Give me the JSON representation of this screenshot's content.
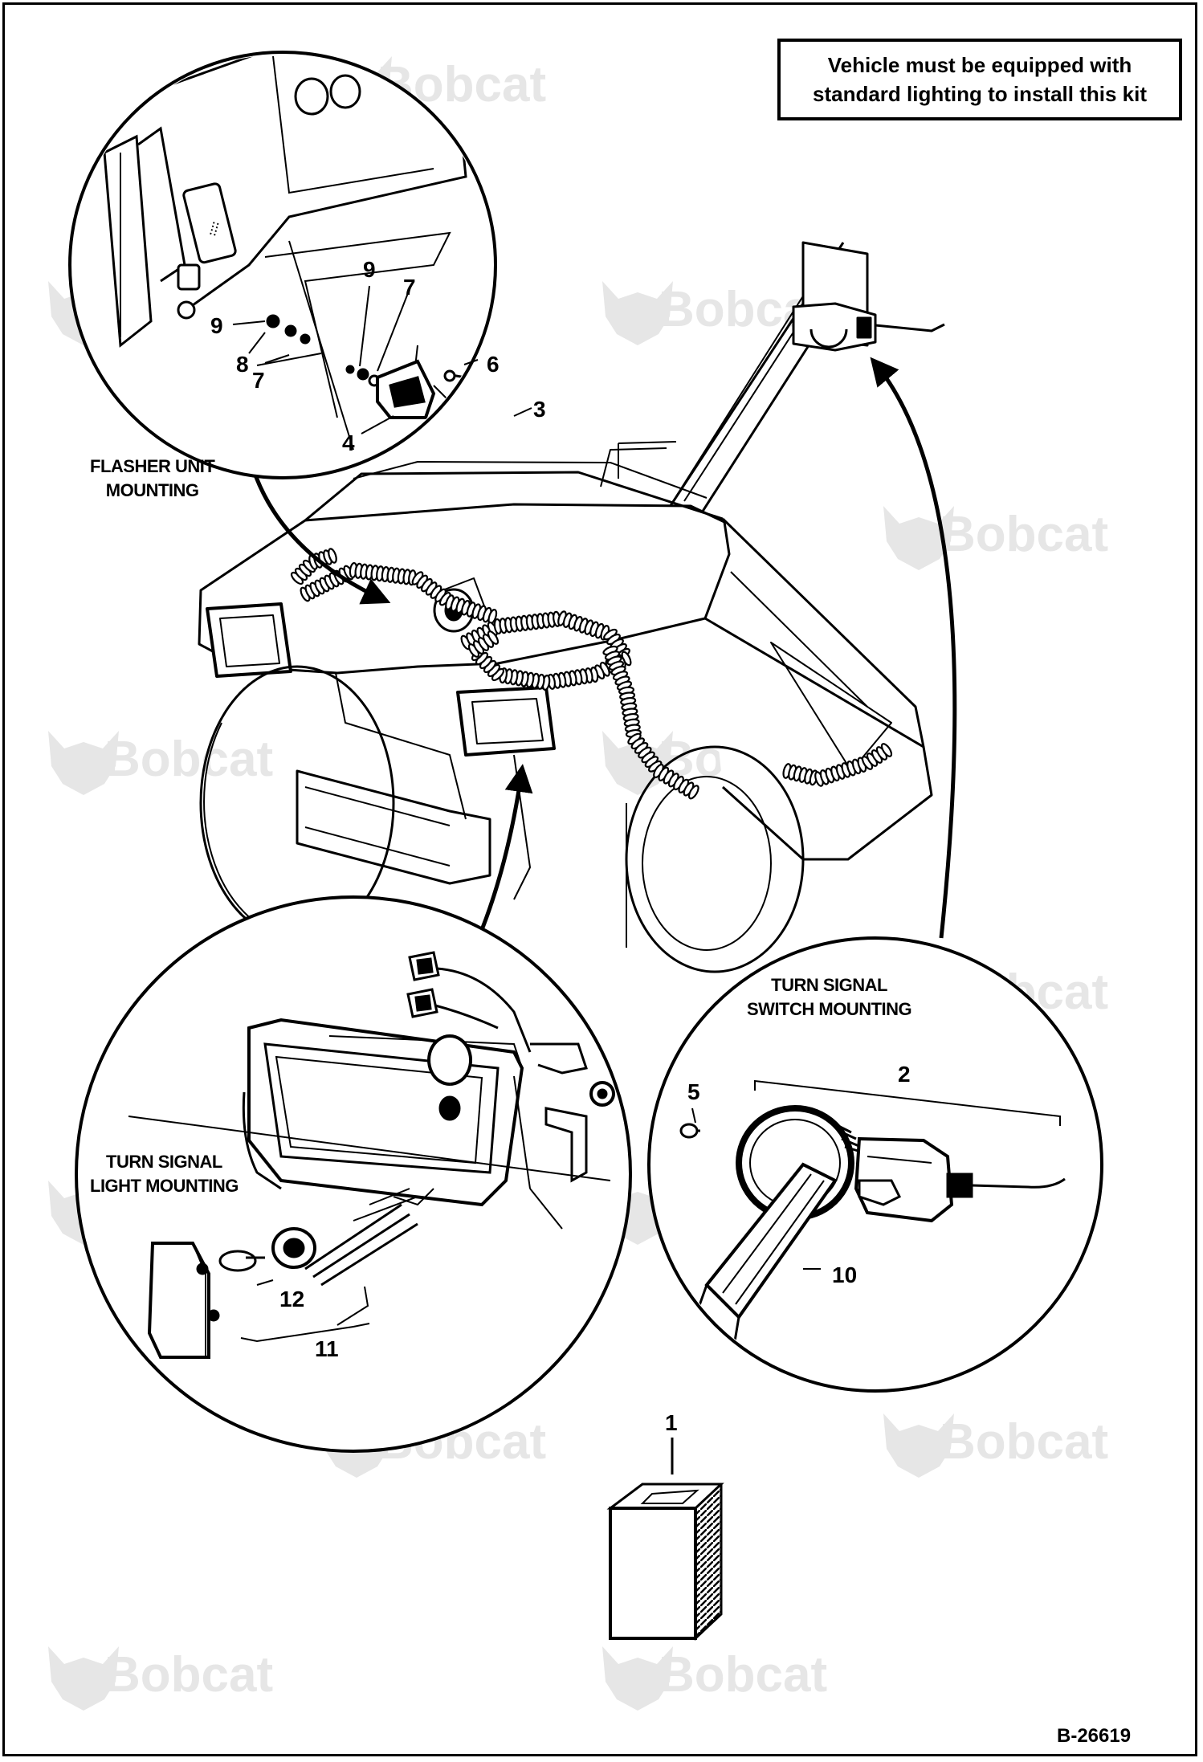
{
  "note": {
    "line1": "Vehicle must be equipped with",
    "line2": "standard lighting to install this kit"
  },
  "captions": {
    "flasher_line1": "FLASHER UNIT",
    "flasher_line2": "MOUNTING",
    "turn_switch_line1": "TURN SIGNAL",
    "turn_switch_line2": "SWITCH MOUNTING",
    "turn_light_line1": "TURN SIGNAL",
    "turn_light_line2": "LIGHT MOUNTING"
  },
  "callouts": {
    "flasher": [
      "9",
      "7",
      "9",
      "8",
      "7",
      "6",
      "3",
      "4"
    ],
    "switch": [
      "5",
      "2",
      "10"
    ],
    "light": [
      "12",
      "11"
    ],
    "kit": "1"
  },
  "watermark": "Bobcat",
  "figure_number": "B-26619",
  "colors": {
    "ink": "#000000",
    "watermark": "#e6e6e6",
    "paper": "#ffffff"
  }
}
